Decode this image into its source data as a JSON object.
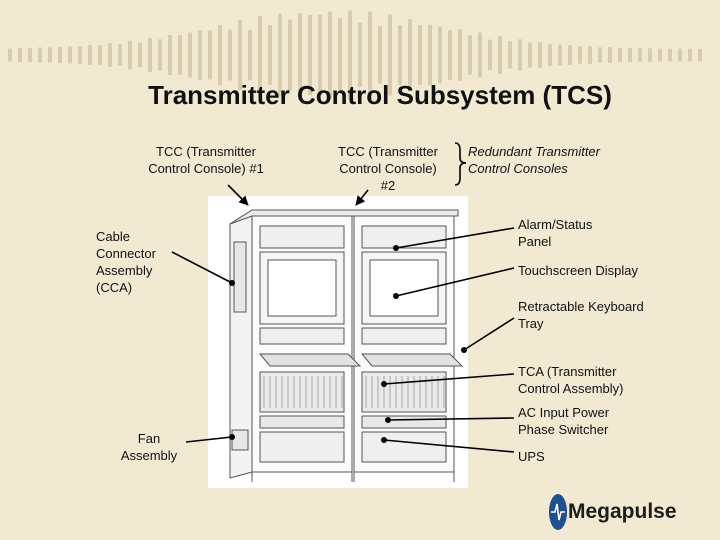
{
  "slide": {
    "title": "Transmitter Control Subsystem (TCS)"
  },
  "top_labels": {
    "tcc1_line1": "TCC (Transmitter",
    "tcc1_line2": "Control Console) #1",
    "tcc2_line1": "TCC (Transmitter",
    "tcc2_line2": "Control Console)",
    "tcc2_line3": "#2",
    "redundant_line1": "Redundant Transmitter",
    "redundant_line2": "Control Consoles"
  },
  "left_labels": {
    "cca_line1": "Cable",
    "cca_line2": "Connector",
    "cca_line3": "Assembly",
    "cca_line4": "(CCA)",
    "fan_line1": "Fan",
    "fan_line2": "Assembly"
  },
  "right_labels": {
    "alarm_line1": "Alarm/Status",
    "alarm_line2": "Panel",
    "touch": "Touchscreen Display",
    "keyboard_line1": "Retractable Keyboard",
    "keyboard_line2": "Tray",
    "tca_line1": "TCA (Transmitter",
    "tca_line2": "Control Assembly)",
    "ac_line1": "AC Input Power",
    "ac_line2": "Phase Switcher",
    "ups": "UPS"
  },
  "logo": {
    "text": "Megapulse",
    "icon": "megapulse-logo-icon"
  },
  "colors": {
    "background": "#f1e9d2",
    "wave": "#d9ccae",
    "text": "#111111",
    "leader": "#000000"
  }
}
